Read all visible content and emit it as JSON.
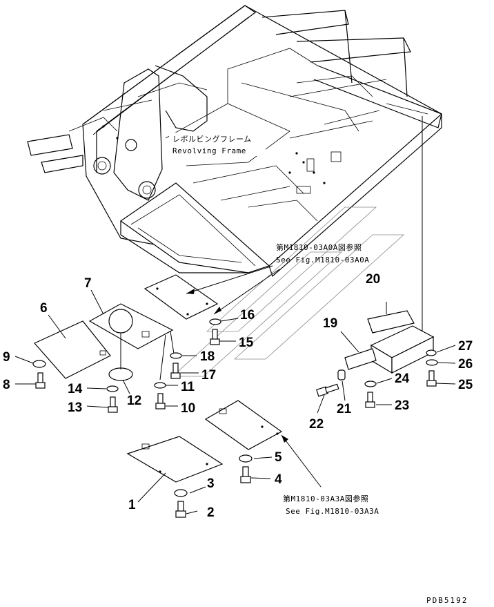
{
  "frame_label": {
    "jp": "レボルビングフレーム",
    "en": "Revolving Frame"
  },
  "references": [
    {
      "jp": "第M1810-03A0A図参照",
      "en": "See Fig.M1810-03A0A"
    },
    {
      "jp": "第M1810-03A3A図参照",
      "en": "See Fig.M1810-03A3A"
    }
  ],
  "callouts": [
    "1",
    "2",
    "3",
    "4",
    "5",
    "6",
    "7",
    "8",
    "9",
    "10",
    "11",
    "12",
    "13",
    "14",
    "15",
    "16",
    "17",
    "18",
    "19",
    "20",
    "21",
    "22",
    "23",
    "24",
    "25",
    "26",
    "27"
  ],
  "drawing_code": "PDB5192"
}
